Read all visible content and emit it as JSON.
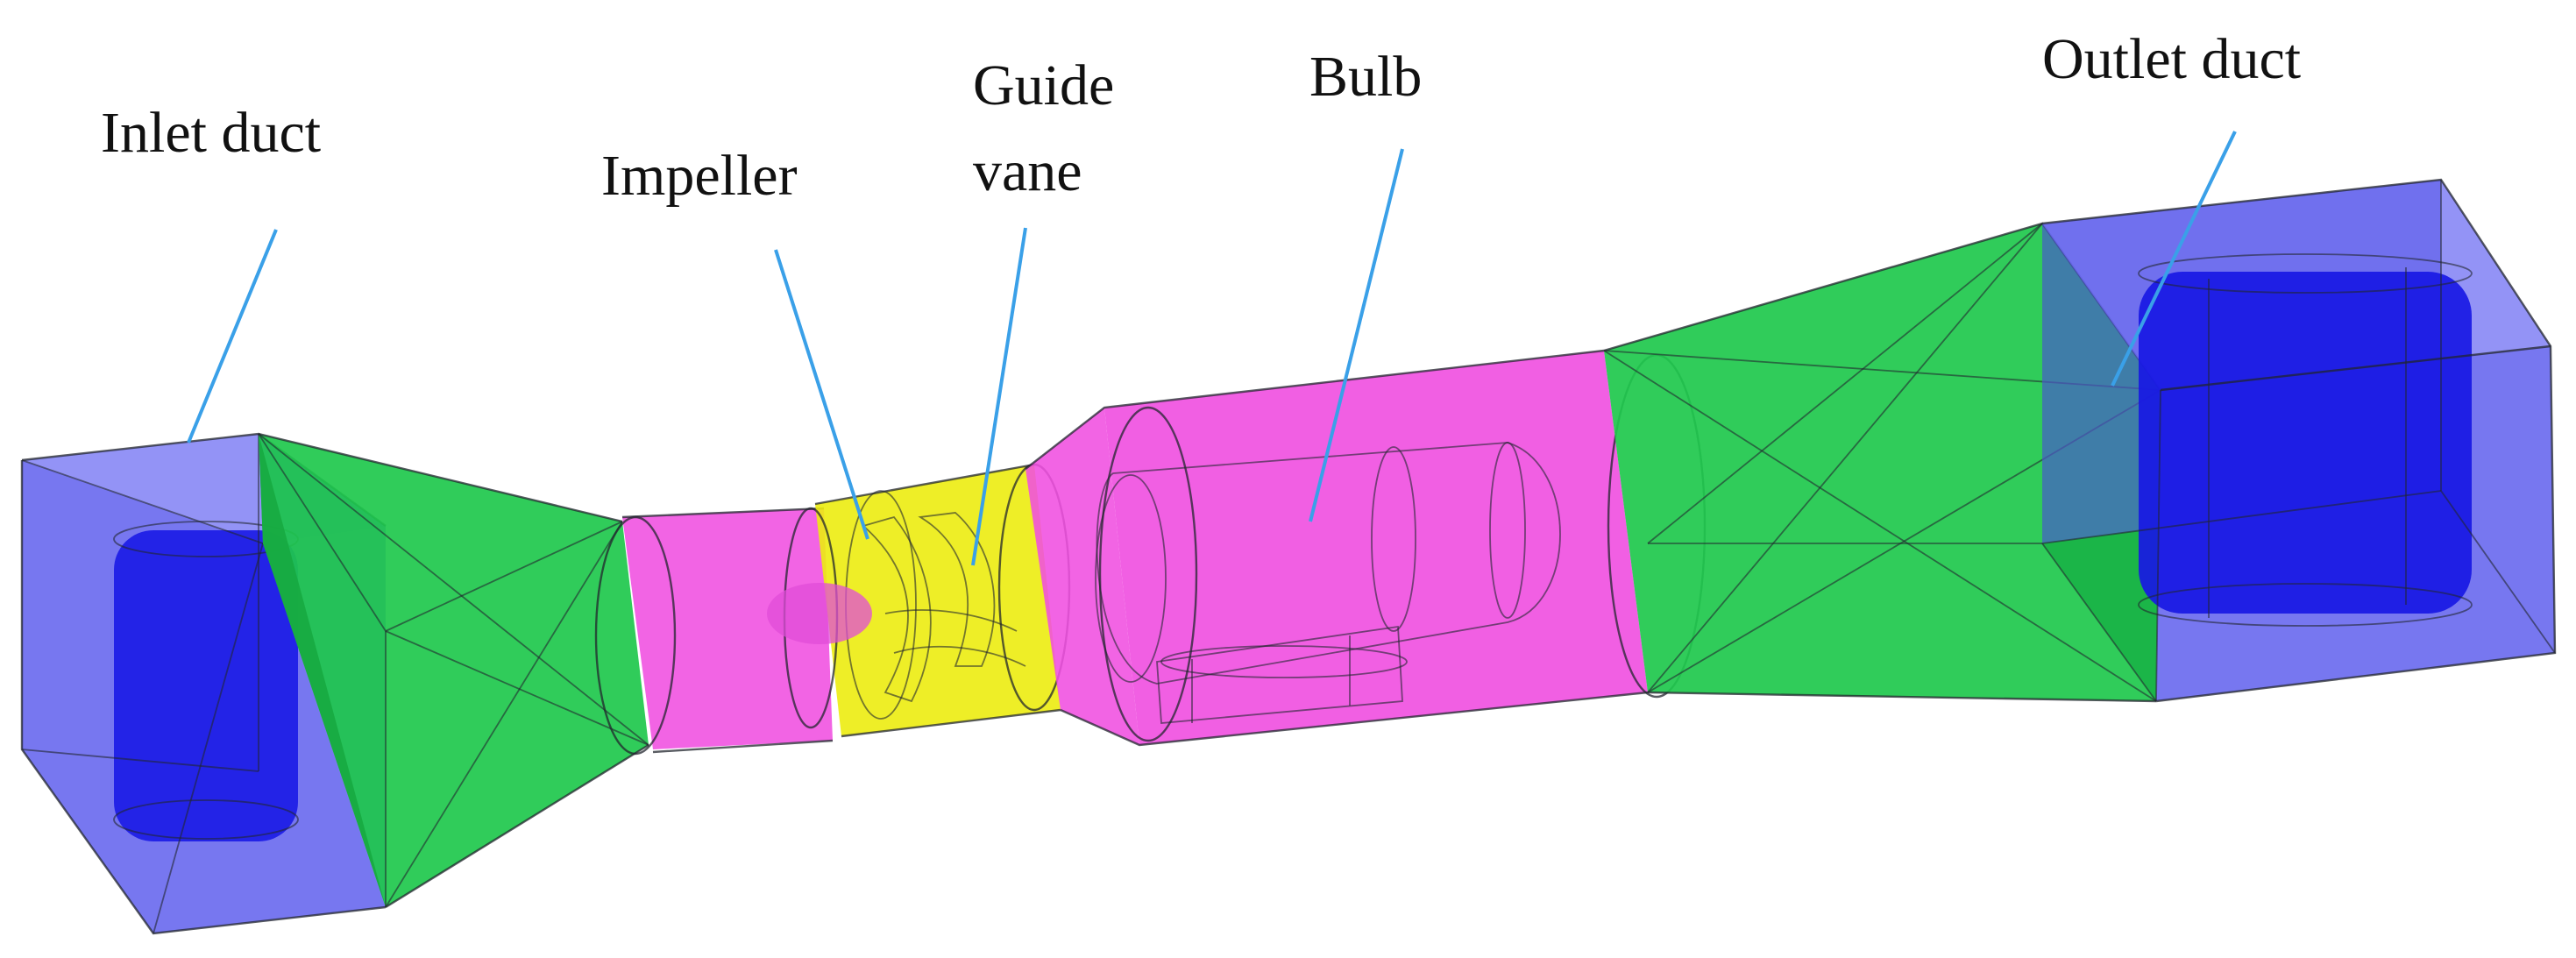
{
  "labels": {
    "inlet_duct": "Inlet duct",
    "impeller": "Impeller",
    "guide": "Guide",
    "vane": "vane",
    "bulb": "Bulb",
    "outlet_duct": "Outlet duct"
  },
  "colors": {
    "duct_box": "#6a6af0",
    "duct_inner": "#1a1ae6",
    "transition": "#1ec84c",
    "pipe": "#f04ee0",
    "bulb": "#ee10e0",
    "impeller": "#ecec10",
    "leader": "#3aa0e8"
  }
}
